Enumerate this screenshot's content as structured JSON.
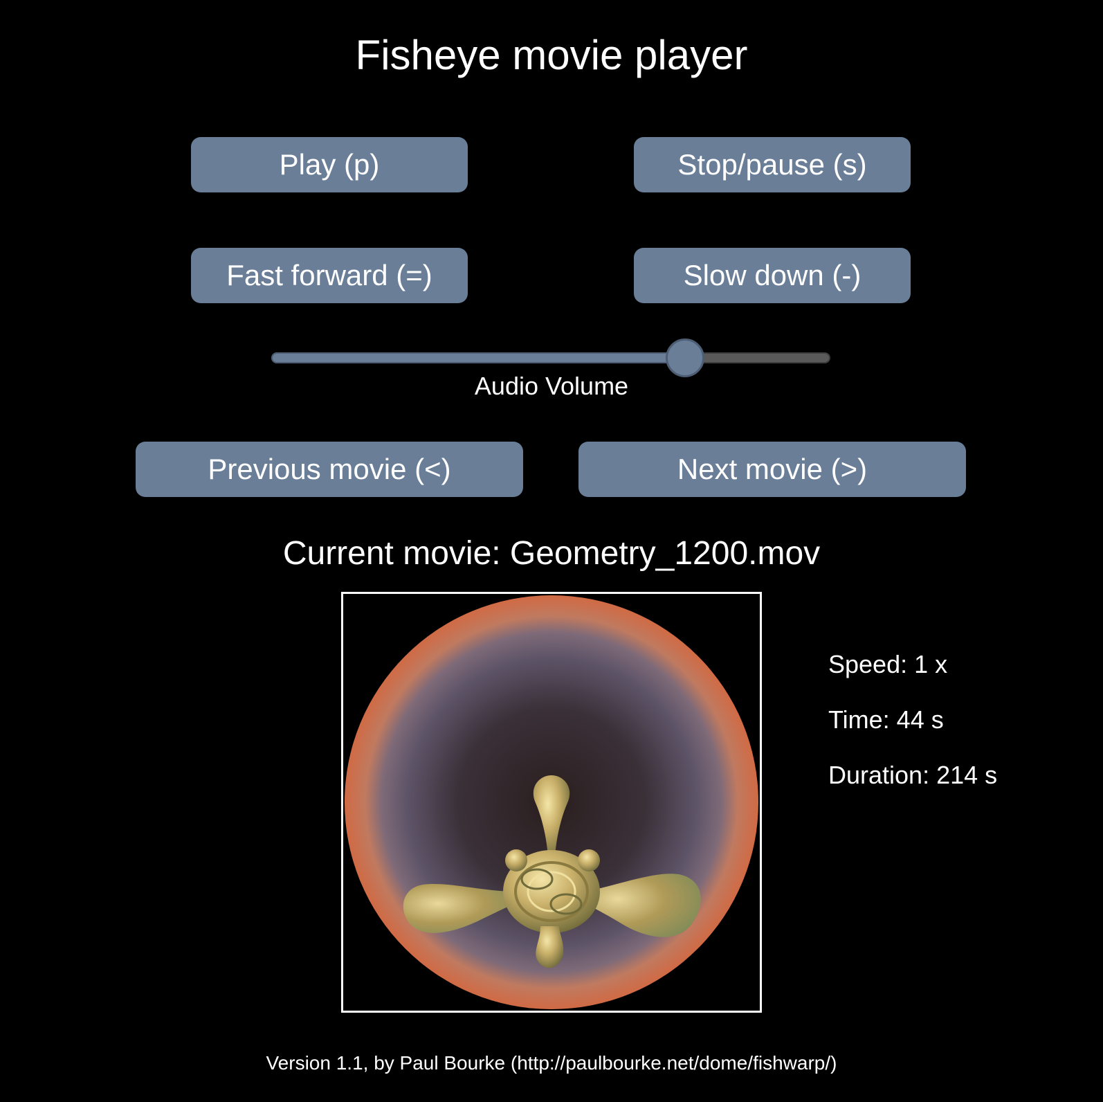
{
  "header": {
    "title": "Fisheye movie player"
  },
  "controls": {
    "play_label": "Play (p)",
    "stop_label": "Stop/pause (s)",
    "fast_forward_label": "Fast forward (=)",
    "slow_down_label": "Slow down (-)",
    "previous_label": "Previous movie (<)",
    "next_label": "Next movie (>)"
  },
  "volume": {
    "label": "Audio Volume",
    "value": 0.74
  },
  "current_movie": {
    "text": "Current movie: Geometry_1200.mov"
  },
  "status": {
    "speed": "Speed: 1 x",
    "time": "Time: 44 s",
    "duration": "Duration: 214 s"
  },
  "footer": {
    "text": "Version 1.1, by Paul Bourke (http://paulbourke.net/dome/fishwarp/)"
  },
  "colors": {
    "button": "#6a7e98",
    "background": "#000000",
    "dome_rim": "#d06a44"
  },
  "icons": {
    "movie_frame": "fisheye-dome-frame-image"
  }
}
